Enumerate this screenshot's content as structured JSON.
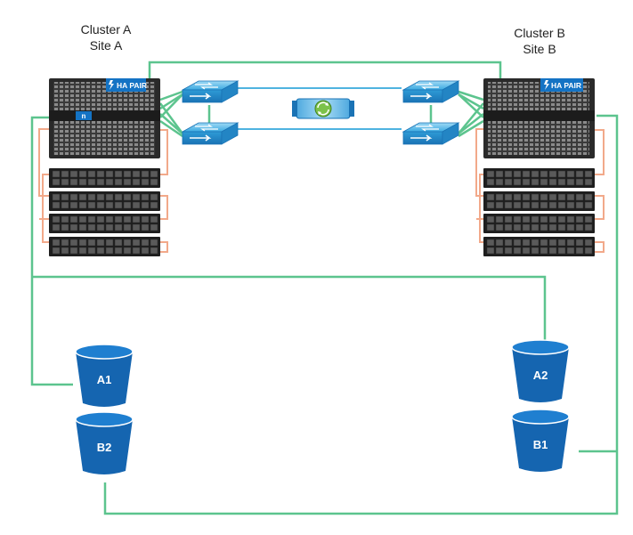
{
  "clusters": {
    "a": {
      "cluster": "Cluster A",
      "site": "Site A",
      "badge": "HA PAIR"
    },
    "b": {
      "cluster": "Cluster B",
      "site": "Site B",
      "badge": "HA PAIR"
    }
  },
  "buckets": [
    {
      "label": "A1"
    },
    {
      "label": "B2"
    },
    {
      "label": "A2"
    },
    {
      "label": "B1"
    }
  ],
  "colors": {
    "link_green": "#5cc48e",
    "link_blue": "#4fb3e0",
    "cable_orange": "#f2a98a",
    "bucket_blue": "#1565b0",
    "bucket_top": "#1f7fd0",
    "switch_blue": "#3aa9e0",
    "controller_dark": "#2a2a2a",
    "brand_blue": "#1473c4"
  }
}
